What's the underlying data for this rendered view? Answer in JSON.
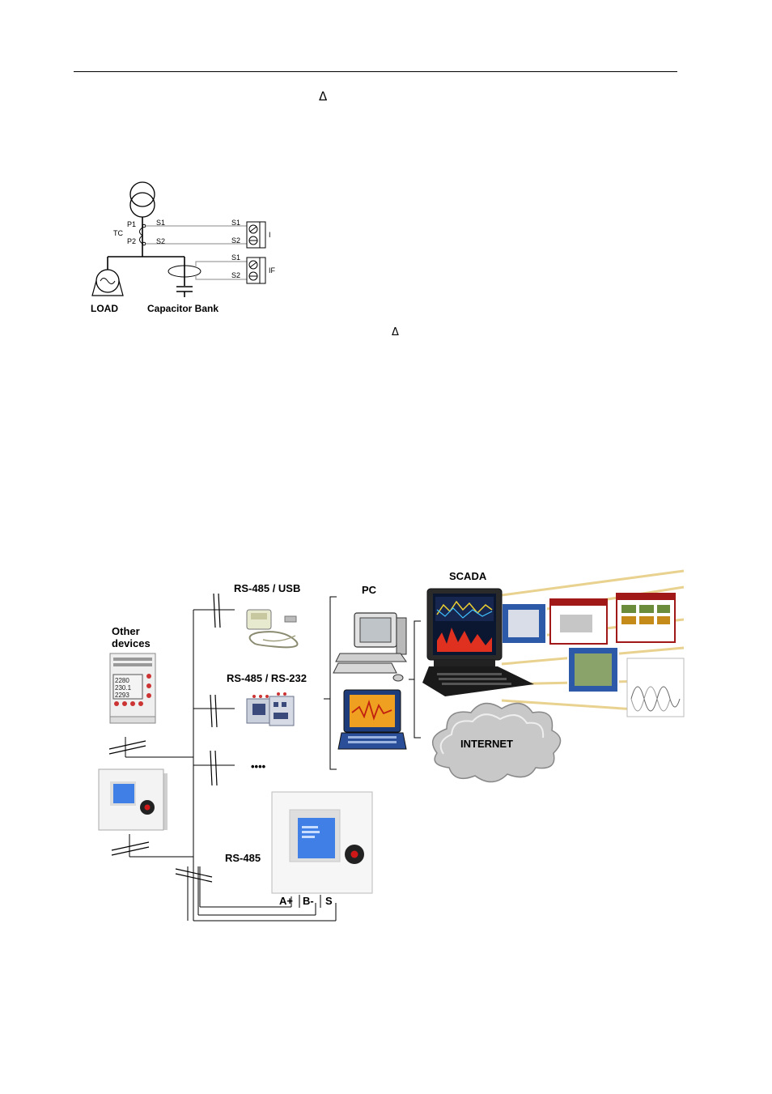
{
  "header": {
    "delta_symbol_1": "Δ",
    "delta_symbol_2": "Δ"
  },
  "ct_diagram": {
    "tc": "TC",
    "p1": "P1",
    "p2": "P2",
    "s1": "S1",
    "s2": "S2",
    "s1_right": "S1",
    "s2_right": "S2",
    "s1_if": "S1",
    "s2_if": "S2",
    "input_i": "I",
    "input_if": "IF",
    "load": "LOAD",
    "capacitor_bank": "Capacitor Bank"
  },
  "comm_diagram": {
    "rs485_usb": "RS-485 / USB",
    "pc": "PC",
    "scada": "SCADA",
    "other_devices_line1": "Other",
    "other_devices_line2": "devices",
    "rs485_rs232": "RS-485 / RS-232",
    "internet": "INTERNET",
    "ellipsis": "••••",
    "rs485": "RS-485",
    "terminal_a": "A+",
    "terminal_b": "B-",
    "terminal_s": "S",
    "meter_readings": [
      "2280",
      "230.1",
      "2293"
    ]
  },
  "colors": {
    "lcd_blue": "#3f7fe6",
    "scada_gold": "#e0c060",
    "button_red": "#d01818",
    "cloud_grey": "#c8c8c8"
  }
}
